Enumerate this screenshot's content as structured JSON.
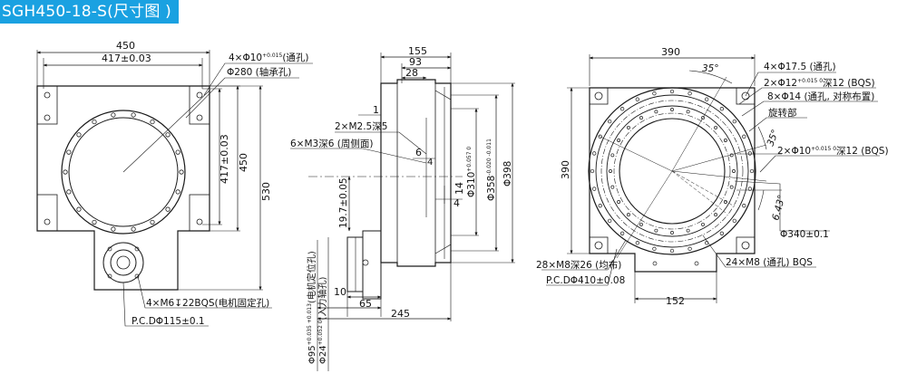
{
  "title": "SGH450-18-S(尺寸图 )",
  "colors": {
    "title_bg": "#1aa1e1",
    "title_text": "#ffffff",
    "line": "#1a1a1a",
    "background": "#ffffff"
  },
  "front_view": {
    "dim_450": "450",
    "dim_417": "417±0.03",
    "dim_417_v": "417±0.03",
    "dim_450_v": "450",
    "dim_530": "530",
    "hole_callout": "4×Φ10",
    "hole_tol": "+0.015",
    "hole_tol_low": "0",
    "hole_note": "(通孔)",
    "bearing_hole": "Φ280 (轴承孔)",
    "motor_holes": "4×M6↧22BQS(电机固定孔)",
    "pcd_115": "P.C.DΦ115±0.1"
  },
  "side_view": {
    "dim_155": "155",
    "dim_93": "93",
    "dim_28": "28",
    "dim_1": "1",
    "m25": "2×M2.5深5",
    "m3": "6×M3深6 (周侧面)",
    "dim_6": "6",
    "dim_4a": "4",
    "dim_14": "14",
    "dim_4b": "4",
    "dim_197": "19.7±0.05",
    "d310": "Φ310",
    "d310_tol": "+0.057  0",
    "d358": "Φ358",
    "d358_tol": "-0.020 -0.011",
    "d398": "Φ398",
    "dim_10": "10",
    "dim_65": "65",
    "dim_245": "245",
    "d95": "Φ95",
    "d95_tol": "+0.035 +0.013",
    "d95_note": "(电机定位孔)",
    "d24": "Φ24",
    "d24_tol": "+0.052 0",
    "d24_note": "(入力轴孔)"
  },
  "rotor_view": {
    "dim_390_h": "390",
    "dim_390_v": "390",
    "angle_35a": "35°",
    "angle_35b": "35°",
    "angle_643": "6.43°",
    "holes_175": "4×Φ17.5 (通孔)",
    "holes_12": "2×Φ12",
    "holes_12_tol": "+0.015 0",
    "holes_12_note": "深12 (BQS)",
    "holes_14": "8×Φ14 (通孔, 对称布置)",
    "rotating_part": "旋转部",
    "holes_10": "2×Φ10",
    "holes_10_tol": "+0.015 0",
    "holes_10_note": "深12 (BQS)",
    "d340": "Φ340±0.1",
    "m8_26": "28×M8深26 (均布)",
    "pcd_410": "P.C.DΦ410±0.08",
    "m8_through": "24×M8 (通孔) BQS",
    "dim_152": "152"
  }
}
